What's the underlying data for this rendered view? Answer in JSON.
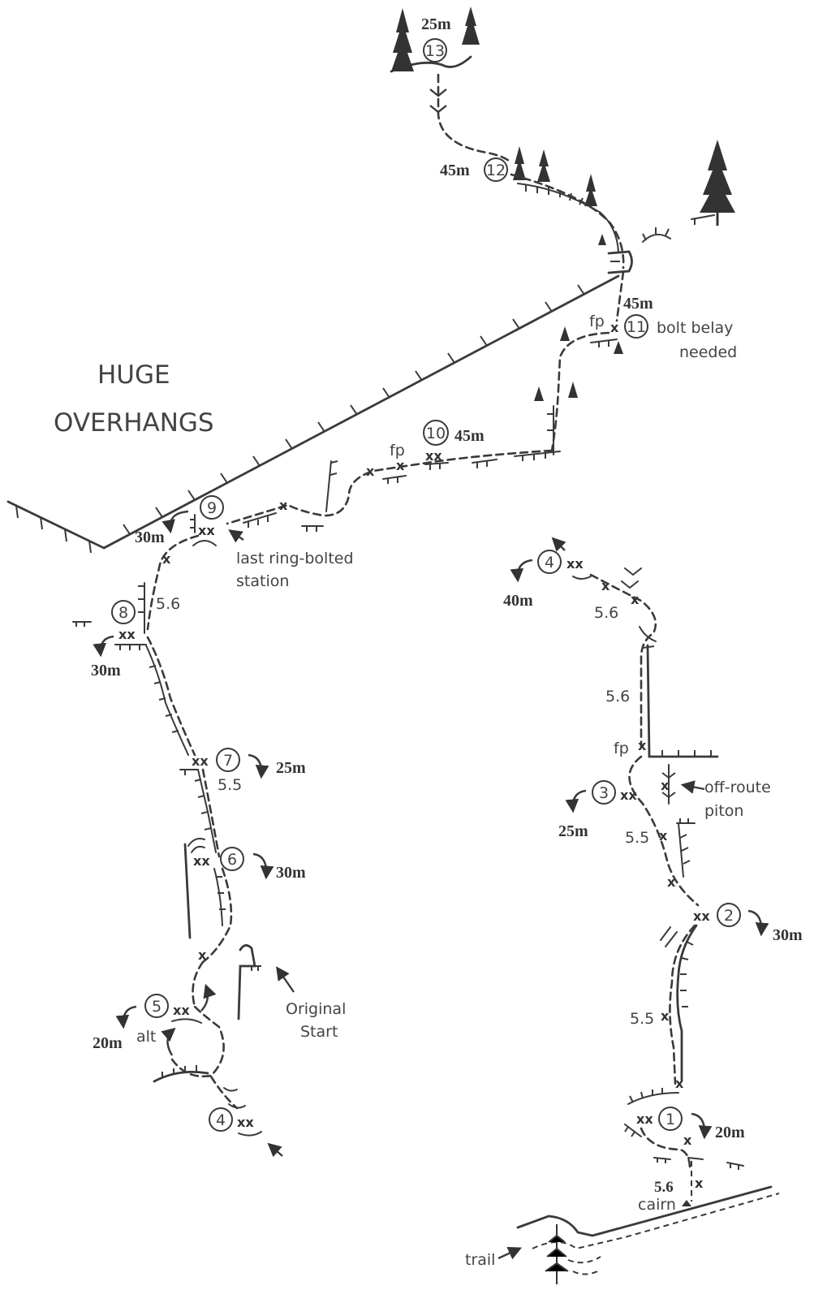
{
  "labels": {
    "huge_line1": "HUGE",
    "huge_line2": "OVERHANGS",
    "bolt_belay_line1": "bolt belay",
    "bolt_belay_line2": "needed",
    "last_station_line1": "last ring-bolted",
    "last_station_line2": "station",
    "original_start_line1": "Original",
    "original_start_line2": "Start",
    "off_route_line1": "off-route",
    "off_route_line2": "piton",
    "alt": "alt",
    "cairn": "cairn",
    "trail": "trail",
    "fp": "fp",
    "bolt_pair": "xx",
    "bolt_single": "x"
  },
  "pitch_numbers": {
    "p1": "1",
    "p2": "2",
    "p3": "3",
    "p4_right": "4",
    "p4_left": "4",
    "p5": "5",
    "p6": "6",
    "p7": "7",
    "p8": "8",
    "p9": "9",
    "p10": "10",
    "p11": "11",
    "p12": "12",
    "p13": "13"
  },
  "lengths": {
    "p13": "25m",
    "p12": "45m",
    "p11": "45m",
    "p10": "45m",
    "r9": "30m",
    "r8": "30m",
    "r7": "25m",
    "r6": "30m",
    "r5": "20m",
    "r4_right": "40m",
    "r3": "25m",
    "r2": "30m",
    "r1": "20m"
  },
  "grades": {
    "p8": "5.6",
    "p7": "5.5",
    "right_top": "5.6",
    "right_upper": "5.6",
    "right_mid": "5.5",
    "right_lower": "5.5",
    "right_start": "5.6"
  }
}
